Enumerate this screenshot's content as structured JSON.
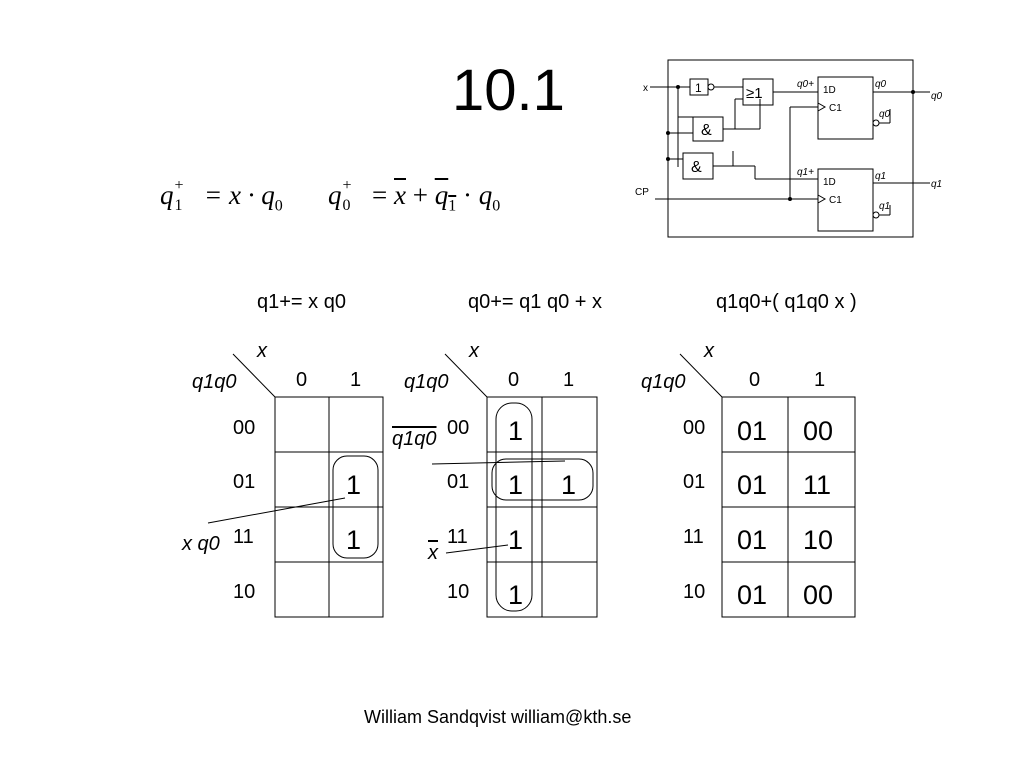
{
  "slide": {
    "title": "10.1",
    "footer": "William Sandqvist william@kth.se"
  },
  "equations": {
    "q1_plus": {
      "lhs": "q",
      "lhs_sub": "1",
      "lhs_sup": "+",
      "rhs": "= x · q",
      "rhs_sub": "0"
    },
    "q0_plus": {
      "lhs": "q",
      "lhs_sub": "0",
      "lhs_sup": "+",
      "eq": "=",
      "x_bar": "x",
      "plus": "+",
      "q_bar": "q",
      "q_bar_sub": "1",
      "dot": "·",
      "q": "q",
      "q_sub": "0"
    }
  },
  "circuit": {
    "input_x": "x",
    "input_cp": "CP",
    "not_gate": "1",
    "or_gate": "≥1",
    "and_gate_1": "&",
    "and_gate_2": "&",
    "ff0": {
      "d": "1D",
      "c": "C1",
      "in_label": "q0+",
      "q": "q0",
      "qbar": "q0",
      "out": "q0"
    },
    "ff1": {
      "d": "1D",
      "c": "C1",
      "in_label": "q1+",
      "q": "q1",
      "qbar": "q1",
      "out": "q1"
    }
  },
  "kmaps": [
    {
      "title": "q1+= x q0",
      "col_var": "x",
      "row_var": "q1q0",
      "cols": [
        "0",
        "1"
      ],
      "rows": [
        "00",
        "01",
        "11",
        "10"
      ],
      "cells": [
        [
          "",
          ""
        ],
        [
          "",
          "1"
        ],
        [
          "",
          "1"
        ],
        [
          "",
          ""
        ]
      ],
      "annotations": [
        "x q0"
      ]
    },
    {
      "title": "q0+= q1 q0 + x",
      "col_var": "x",
      "row_var": "q1q0",
      "cols": [
        "0",
        "1"
      ],
      "rows": [
        "00",
        "01",
        "11",
        "10"
      ],
      "cells": [
        [
          "1",
          ""
        ],
        [
          "1",
          "1"
        ],
        [
          "1",
          ""
        ],
        [
          "1",
          ""
        ]
      ],
      "annotations": [
        "q1q0",
        "x"
      ]
    },
    {
      "title": "q1q0+( q1q0 x )",
      "col_var": "x",
      "row_var": "q1q0",
      "cols": [
        "0",
        "1"
      ],
      "rows": [
        "00",
        "01",
        "11",
        "10"
      ],
      "cells": [
        [
          "01",
          "00"
        ],
        [
          "01",
          "11"
        ],
        [
          "01",
          "10"
        ],
        [
          "01",
          "00"
        ]
      ]
    }
  ]
}
